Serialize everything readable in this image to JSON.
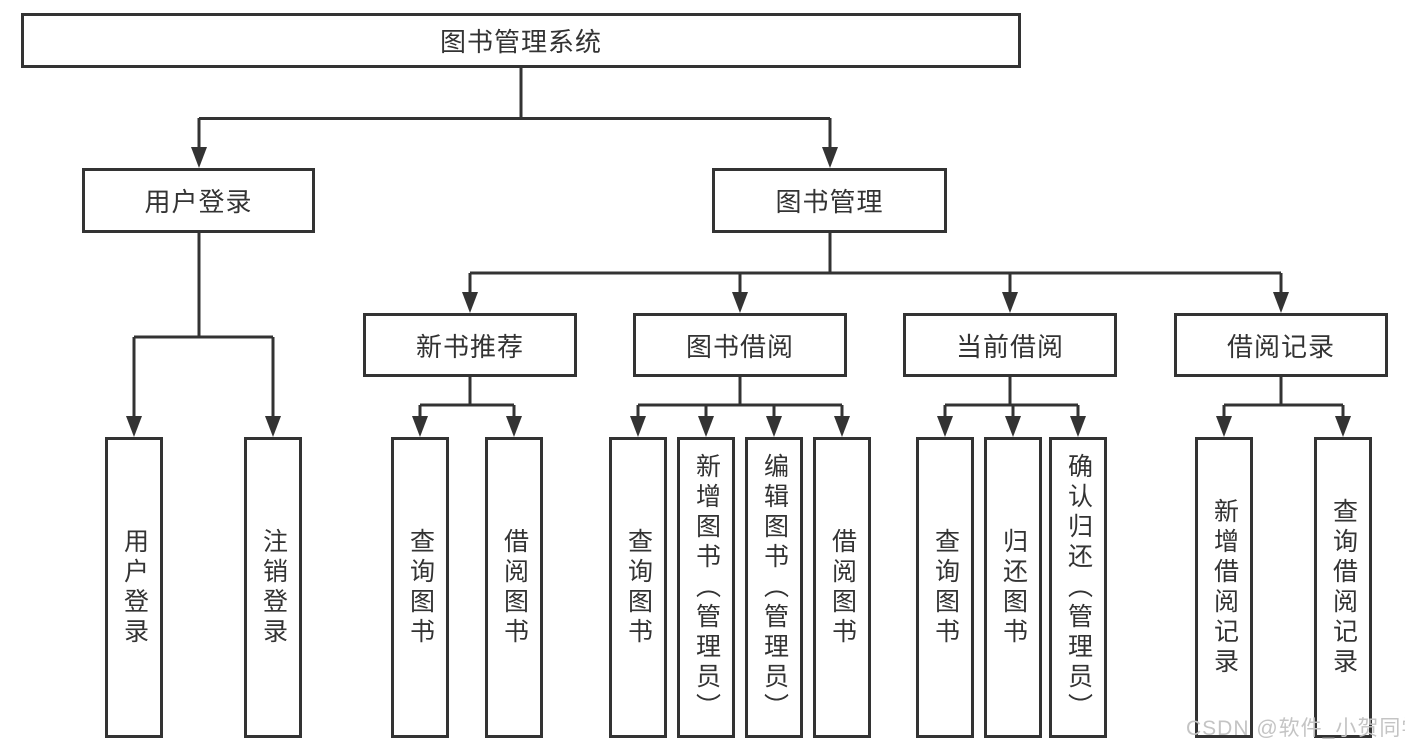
{
  "tree": {
    "label": "图书管理系统",
    "children": [
      {
        "label": "用户登录",
        "children": [
          {
            "label": "用户登录"
          },
          {
            "label": "注销登录"
          }
        ]
      },
      {
        "label": "图书管理",
        "children": [
          {
            "label": "新书推荐",
            "children": [
              {
                "label": "查询图书"
              },
              {
                "label": "借阅图书"
              }
            ]
          },
          {
            "label": "图书借阅",
            "children": [
              {
                "label": "查询图书"
              },
              {
                "label": "新增图书（管理员）"
              },
              {
                "label": "编辑图书（管理员）"
              },
              {
                "label": "借阅图书"
              }
            ]
          },
          {
            "label": "当前借阅",
            "children": [
              {
                "label": "查询图书"
              },
              {
                "label": "归还图书"
              },
              {
                "label": "确认归还（管理员）"
              }
            ]
          },
          {
            "label": "借阅记录",
            "children": [
              {
                "label": "新增借阅记录"
              },
              {
                "label": "查询借阅记录"
              }
            ]
          }
        ]
      }
    ]
  },
  "watermark": "CSDN @软件_小贺同学",
  "colors": {
    "line": "#333333",
    "text": "#333333",
    "box_background": "#ffffff",
    "watermark_text": "#c4c4c4"
  }
}
